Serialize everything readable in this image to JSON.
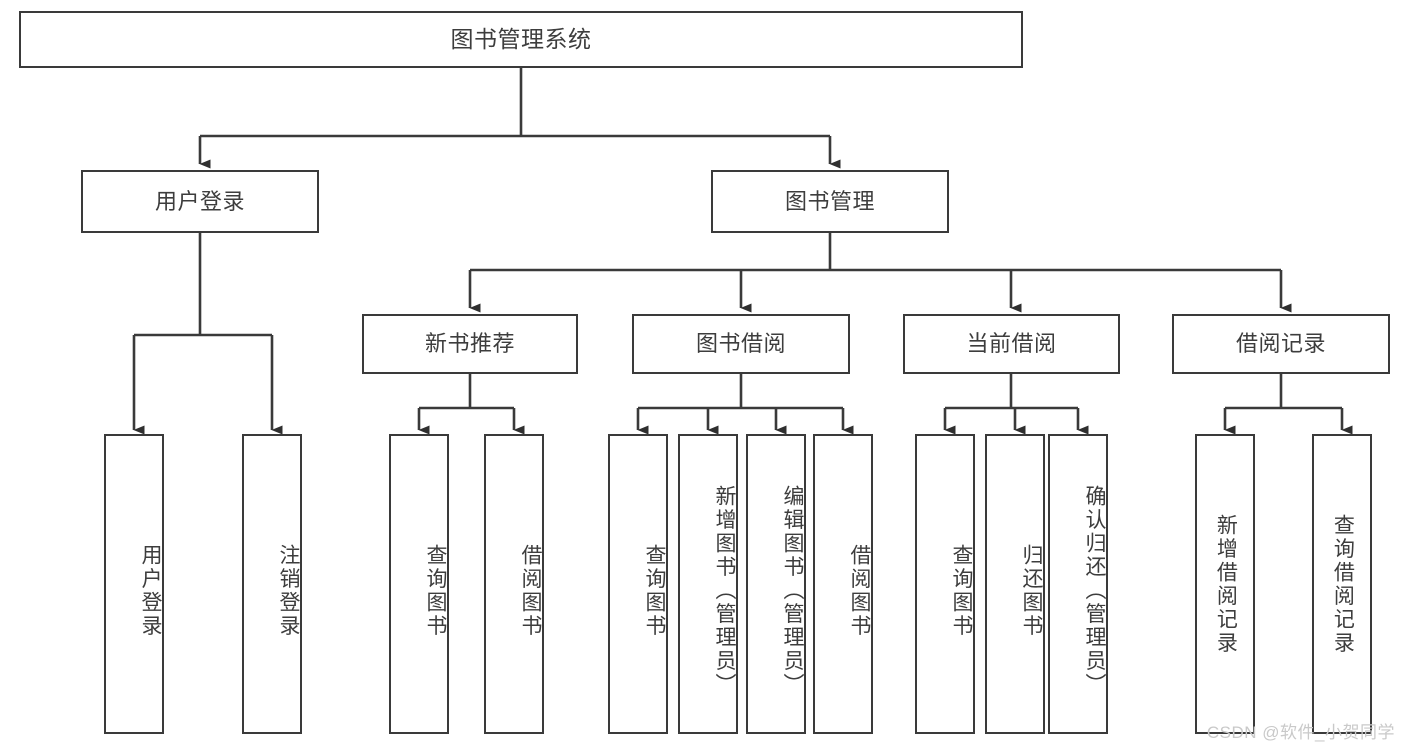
{
  "diagram": {
    "title": "图书管理系统",
    "type": "hierarchy-tree",
    "watermark": "CSDN @软件_小贺同学",
    "colors": {
      "stroke": "#3a3a3a",
      "text": "#3d3d3d",
      "background": "#ffffff",
      "watermark": "#c9c9c9"
    },
    "levels": {
      "root": {
        "label": "图书管理系统"
      },
      "level2": [
        {
          "label": "用户登录"
        },
        {
          "label": "图书管理"
        }
      ],
      "level3": [
        {
          "label": "新书推荐"
        },
        {
          "label": "图书借阅"
        },
        {
          "label": "当前借阅"
        },
        {
          "label": "借阅记录"
        }
      ],
      "leaves": {
        "user_login": [
          {
            "label": "用户登录"
          },
          {
            "label": "注销登录"
          }
        ],
        "new_book_recommend": [
          {
            "label": "查询图书"
          },
          {
            "label": "借阅图书"
          }
        ],
        "book_borrow": [
          {
            "label": "查询图书"
          },
          {
            "label": "新增图书（管理员）"
          },
          {
            "label": "编辑图书（管理员）"
          },
          {
            "label": "借阅图书"
          }
        ],
        "current_borrow": [
          {
            "label": "查询图书"
          },
          {
            "label": "归还图书"
          },
          {
            "label": "确认归还（管理员）"
          }
        ],
        "borrow_record": [
          {
            "label": "新增借阅记录"
          },
          {
            "label": "查询借阅记录"
          }
        ]
      }
    }
  }
}
